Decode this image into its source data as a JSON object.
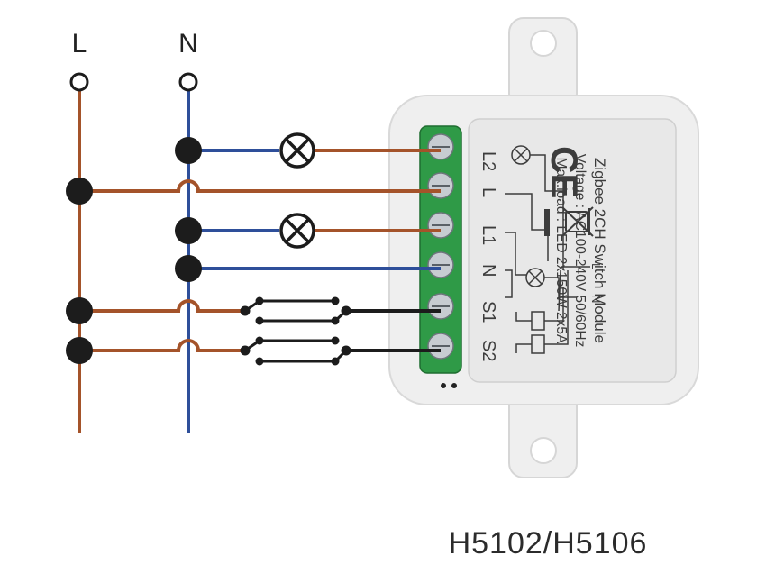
{
  "rails": {
    "live": "L",
    "neutral": "N"
  },
  "module": {
    "title": "Zigbee 2CH Switch Module",
    "voltage": "Voltage : AC100-240V 50/60Hz",
    "max_load": "Max.load : LED 2x150W  2x5A",
    "ce_mark": "CE",
    "terminals": [
      "L2",
      "L",
      "L1",
      "N",
      "S1",
      "S2"
    ],
    "schematic_labels": {
      "live": "L",
      "neutral": "N"
    }
  },
  "model_number": "H5102/H5106",
  "colors": {
    "live_wire": "#a4532a",
    "neutral_wire": "#2e4f9a",
    "switch_wire": "#1c1c1c",
    "terminal_block": "#2f9a47",
    "module_body": "#efefef"
  }
}
